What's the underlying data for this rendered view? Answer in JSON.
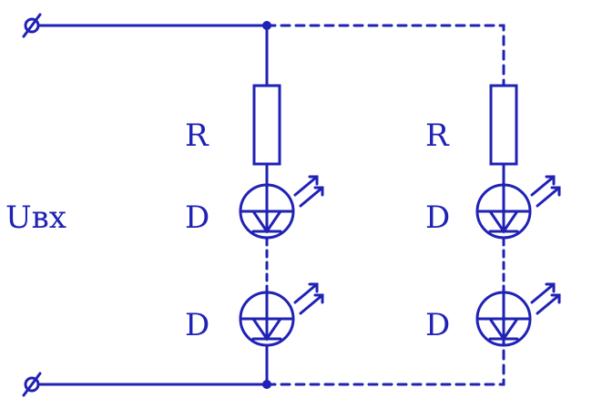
{
  "colors": {
    "ink": "#1f22b5",
    "background": "#ffffff"
  },
  "terminals": {
    "top_symbol": "⌀",
    "bottom_symbol": "⌀"
  },
  "input_label": "Uвх",
  "branches": [
    {
      "resistor_label": "R",
      "diodes": [
        {
          "label": "D"
        },
        {
          "label": "D"
        }
      ]
    },
    {
      "resistor_label": "R",
      "diodes": [
        {
          "label": "D"
        },
        {
          "label": "D"
        }
      ]
    }
  ]
}
